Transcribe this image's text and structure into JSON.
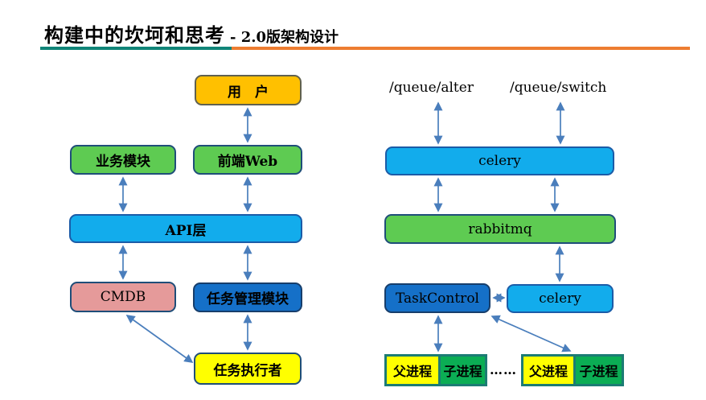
{
  "title": {
    "main": "构建中的坎坷和思考",
    "sub": "- 2.0版架构设计"
  },
  "left": {
    "user": "用　户",
    "business": "业务模块",
    "web": "前端Web",
    "api": "API层",
    "cmdb": "CMDB",
    "task_manager": "任务管理模块",
    "task_executor": "任务执行者"
  },
  "right": {
    "queue_alter": "/queue/alter",
    "queue_switch": "/queue/switch",
    "celery_top": "celery",
    "rabbitmq": "rabbitmq",
    "task_control": "TaskControl",
    "celery_worker": "celery",
    "pair1_parent": "父进程",
    "pair1_child": "子进程",
    "dots": "……",
    "pair2_parent": "父进程",
    "pair2_child": "子进程"
  },
  "colors": {
    "amber": "#FFC000",
    "green": "#5ECB52",
    "cyan": "#12ACEC",
    "medium_blue": "#1570C8",
    "rose": "#E59A9A",
    "yellow": "#FFFF00",
    "emerald": "#0BAD54",
    "cell_border_teal": "#1C7C74",
    "rule_teal": "#108578",
    "rule_orange": "#ED7D31",
    "arrow": "#4A7EBC"
  }
}
